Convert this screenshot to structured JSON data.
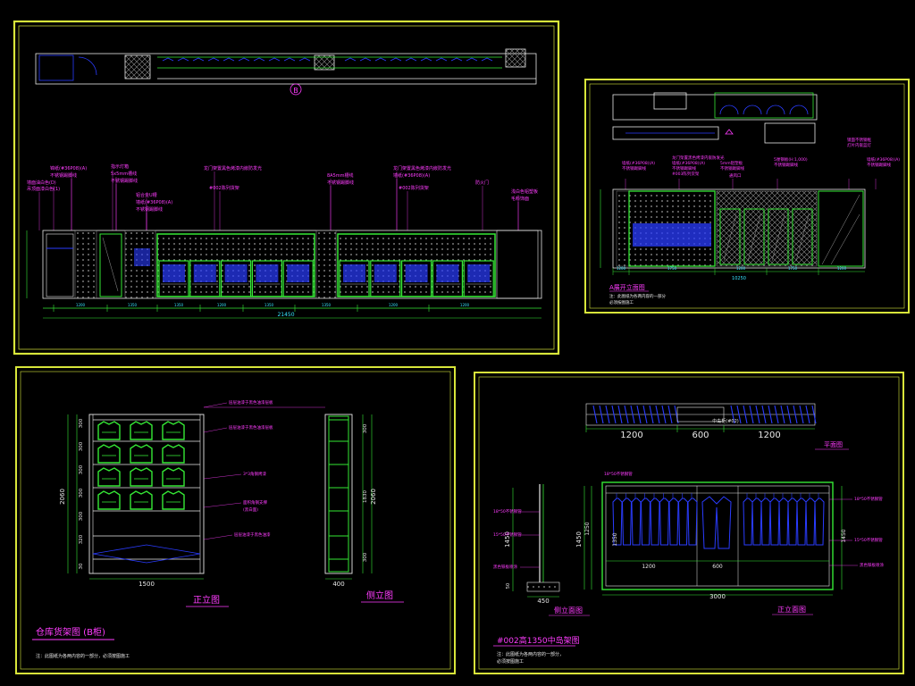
{
  "colors": {
    "background": "#000000",
    "frame": "#d8e63a",
    "green": "#35e835",
    "blue": "#2a3cff",
    "magenta": "#ff3cff",
    "white": "#e8e8e8",
    "cyan": "#36e6ff",
    "hatch": "#9a9a9a"
  },
  "panel_a": {
    "plan_marker": "B",
    "notes": [
      "吊顶面漆白色(1)",
      "锦纸(#36P08)(A)",
      "不锈钢踢脚线",
      "墙面油白色(D)",
      "指示灯箱",
      "5x5mm槽线",
      "不锈钢踢脚线",
      "铝合金U槽",
      "墙纸(#36P08)(A)",
      "不锈钢踢脚线",
      "龙门架置黑色烤漆内嵌防发光",
      "#002陈列货架",
      "8A5mm槽线",
      "不锈钢踢脚线",
      "龙门架置黑色烤漆内嵌防发光",
      "墙纸(#36P08)(A)",
      "#002陈列货架",
      "防火门",
      "浅白色铝塑板",
      "毛料饰面"
    ],
    "dims": [
      "1200",
      "1350",
      "1350",
      "1200",
      "1350",
      "1350",
      "1200",
      "1200"
    ],
    "total": "21450"
  },
  "panel_b": {
    "notes": [
      "墙纸(#36P08)(A)",
      "不锈钢踢脚线",
      "龙门架置黑色烤漆内嵌防发光",
      "墙纸(#36P08)(A)",
      "不锈钢踢脚线",
      "#003陈列货架",
      "5mm铝塑板",
      "不锈钢踢脚线",
      "通风口",
      "5厘钢板(H:1,000)",
      "不锈钢踢脚线",
      "镜面不锈钢框",
      "灯片内嵌蓝灯",
      "墙纸(#36P08)(A)",
      "不锈钢踢脚线"
    ],
    "dims": [
      "1200",
      "1750",
      "1200",
      "1750",
      "1200"
    ],
    "total": "10250",
    "title": "A展开立面图",
    "footnote": [
      "注：此图纸为各两内容的一部分",
      "必须按图施工"
    ]
  },
  "panel_c": {
    "front_labels": [
      "层层油漆于黑色油漆层板",
      "层层油漆于黑色油漆层板",
      "3*3角钢烤漆",
      "面积角钢支撑",
      "(黑白面)",
      "层层油漆于黑色油漆"
    ],
    "front_vdims": [
      "300",
      "300",
      "300",
      "300",
      "300",
      "320",
      "30"
    ],
    "front_total_h": "2060",
    "front_width": "1500",
    "side_vdims": [
      "300",
      "1830",
      "300"
    ],
    "side_total_h": "2060",
    "side_width": "400",
    "front_title": "正立图",
    "side_title": "侧立图",
    "title": "仓库货架图 (B柜)",
    "footnote": "注：此图纸为各两内容的一部分，必须按图施工"
  },
  "panel_d": {
    "plan_dims": [
      "1200",
      "600",
      "1200"
    ],
    "plan_label": "中岛柜(#02)",
    "plan_title": "平面图",
    "side_labels": [
      "18*50不锈钢管",
      "15*50不锈钢管",
      "黑色铁板喷涂"
    ],
    "side_vdims": [
      "1450",
      "50"
    ],
    "side_width": "450",
    "front_labels": [
      "18*50不锈钢管",
      "15*50不锈钢管",
      "黑色铁板喷涂"
    ],
    "front_vdims": [
      "1450",
      "1250",
      "1350"
    ],
    "front_inner": [
      "1200",
      "600"
    ],
    "front_width": "3000",
    "front_right_dim": "1450",
    "side_title": "侧立面图",
    "front_title": "正立面图",
    "title": "#002高1350中岛架图",
    "footnote": [
      "注：此图纸为各两内容的一部分，",
      "必须按图施工"
    ]
  }
}
